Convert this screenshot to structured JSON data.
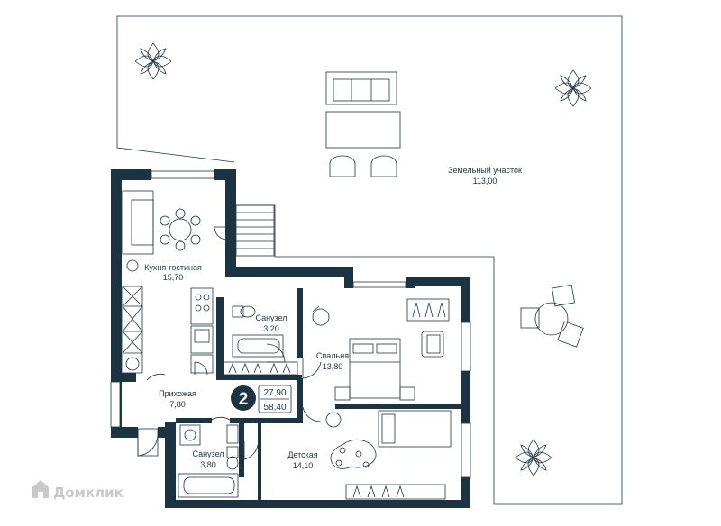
{
  "rooms": {
    "kitchen": {
      "name": "Кухня-гостиная",
      "area": "15,70"
    },
    "bath1": {
      "name": "Санузел",
      "area": "3,20"
    },
    "bedroom": {
      "name": "Спальня",
      "area": "13,80"
    },
    "hall": {
      "name": "Прихожая",
      "area": "7,80"
    },
    "bath2": {
      "name": "Санузел",
      "area": "3,80"
    },
    "kids": {
      "name": "Детская",
      "area": "14,10"
    },
    "plot": {
      "name": "Земельный участок",
      "area": "113,00"
    }
  },
  "badge": {
    "rooms": "2",
    "living_area": "27,90",
    "total_area": "58,40"
  },
  "watermark": {
    "text": "Домклик",
    "icon": "house-logo-icon"
  },
  "colors": {
    "wall": "#1c3442",
    "background": "#ffffff",
    "line": "#1c3442"
  }
}
